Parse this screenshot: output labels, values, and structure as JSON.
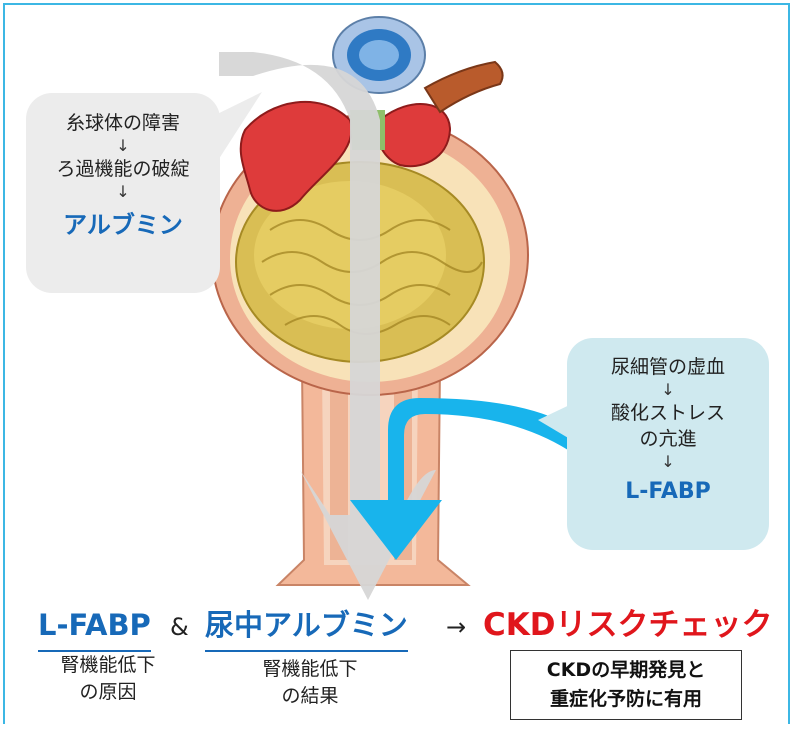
{
  "left_bubble": {
    "line1": "糸球体の障害",
    "arrow1": "↓",
    "line2": "ろ過機能の破綻",
    "arrow2": "↓",
    "highlight": "アルブミン"
  },
  "right_bubble": {
    "line1": "尿細管の虚血",
    "arrow1": "↓",
    "line2": "酸化ストレス",
    "line3": "の亢進",
    "arrow2": "↓",
    "highlight": "L-FABP"
  },
  "bottom": {
    "lfabp": "L-FABP",
    "ampersand": "&",
    "urine_albumin": "尿中アルブミン",
    "arrow": "→",
    "ckd_check": "CKDリスクチェック",
    "lfabp_caption_1": "腎機能低下",
    "lfabp_caption_2": "の原因",
    "albumin_caption_1": "腎機能低下",
    "albumin_caption_2": "の結果",
    "ckd_box_line1": "CKDの早期発見と",
    "ckd_box_line2": "重症化予防に有用"
  },
  "colors": {
    "frame": "#3cb7e4",
    "blue_text": "#1769b8",
    "red_text": "#e0161c",
    "left_bubble_bg": "#ececec",
    "right_bubble_bg": "#cfe9ef",
    "blue_arrow": "#18b4ec",
    "grey_arrow": "#d6d6d6"
  }
}
